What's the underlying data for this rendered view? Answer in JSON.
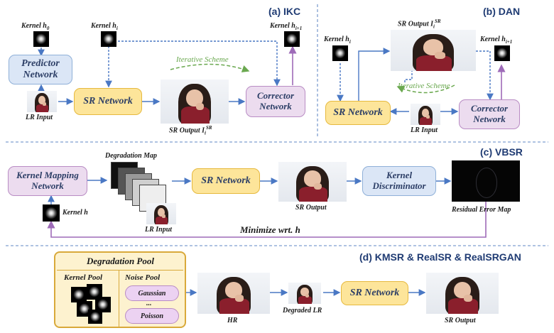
{
  "sections": {
    "ikc": "(a) IKC",
    "dan": "(b) DAN",
    "vbsr": "(c) VBSR",
    "kmsr": "(d) KMSR & RealSR & RealSRGAN"
  },
  "ikc": {
    "kernel_h0": "Kernel h",
    "kernel_h0_sub": "0",
    "kernel_hi": "Kernel h",
    "kernel_hi_sub": "i",
    "kernel_hi1": "Kernel h",
    "kernel_hi1_sub": "i+1",
    "predictor": "Predictor Network",
    "sr_network": "SR Network",
    "corrector": "Corrector Network",
    "iterative": "Iterative Scheme",
    "lr_input": "LR Input",
    "sr_output": "SR Output I",
    "sr_output_sub": "i",
    "sr_output_sup": "SR"
  },
  "dan": {
    "kernel_hi": "Kernel h",
    "kernel_hi_sub": "i",
    "kernel_hi1": "Kernel h",
    "kernel_hi1_sub": "i+1",
    "sr_output": "SR Output I",
    "sr_output_sub": "i",
    "sr_output_sup": "SR",
    "iterative": "Iterative Scheme",
    "sr_network": "SR Network",
    "corrector": "Corrector Network",
    "lr_input": "LR Input"
  },
  "vbsr": {
    "kernel_mapping": "Kernel Mapping Network",
    "degradation_map": "Degradation Map",
    "sr_network": "SR Network",
    "kernel_disc": "Kernel Discriminator",
    "sr_output": "SR Output",
    "residual": "Residual Error Map",
    "kernel_h": "Kernel h",
    "lr_input": "LR Input",
    "minimize": "Minimize wrt. h"
  },
  "kmsr": {
    "degradation_pool": "Degradation Pool",
    "kernel_pool": "Kernel Pool",
    "noise_pool": "Noise Pool",
    "gaussian": "Gaussian",
    "dots": "...",
    "poisson": "Poisson",
    "hr": "HR",
    "degraded_lr": "Degraded LR",
    "sr_network": "SR Network",
    "sr_output": "SR Output"
  },
  "colors": {
    "blue_arrow": "#4a78c4",
    "purple_arrow": "#9e6bb8",
    "green_dash": "#6aa84f",
    "section_title": "#1f3b73",
    "divider": "#7f9fd0"
  }
}
